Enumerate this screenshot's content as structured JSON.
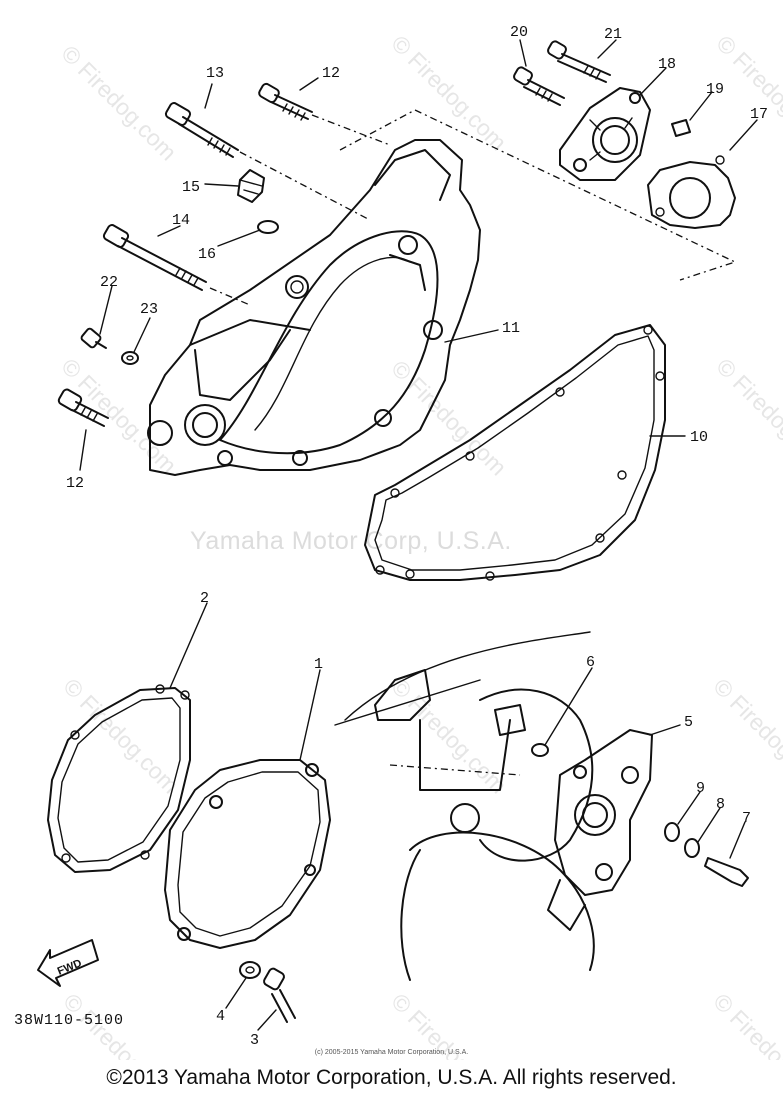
{
  "watermark": {
    "center_text": "Yamaha Motor Corp, U.S.A.",
    "tile_text": "© Firedog.com"
  },
  "callouts": [
    "1",
    "2",
    "3",
    "4",
    "5",
    "7",
    "8",
    "9",
    "6",
    "10",
    "11",
    "12",
    "12",
    "13",
    "14",
    "15",
    "16",
    "17",
    "18",
    "19",
    "20",
    "21",
    "22",
    "23"
  ],
  "fwd_label": "FWD",
  "part_code": "38W110-5100",
  "small_copyright": "(c) 2005-2015 Yamaha Motor Corporation, U.S.A.",
  "footer_copyright": "©2013 Yamaha Motor Corporation, U.S.A. All rights reserved."
}
